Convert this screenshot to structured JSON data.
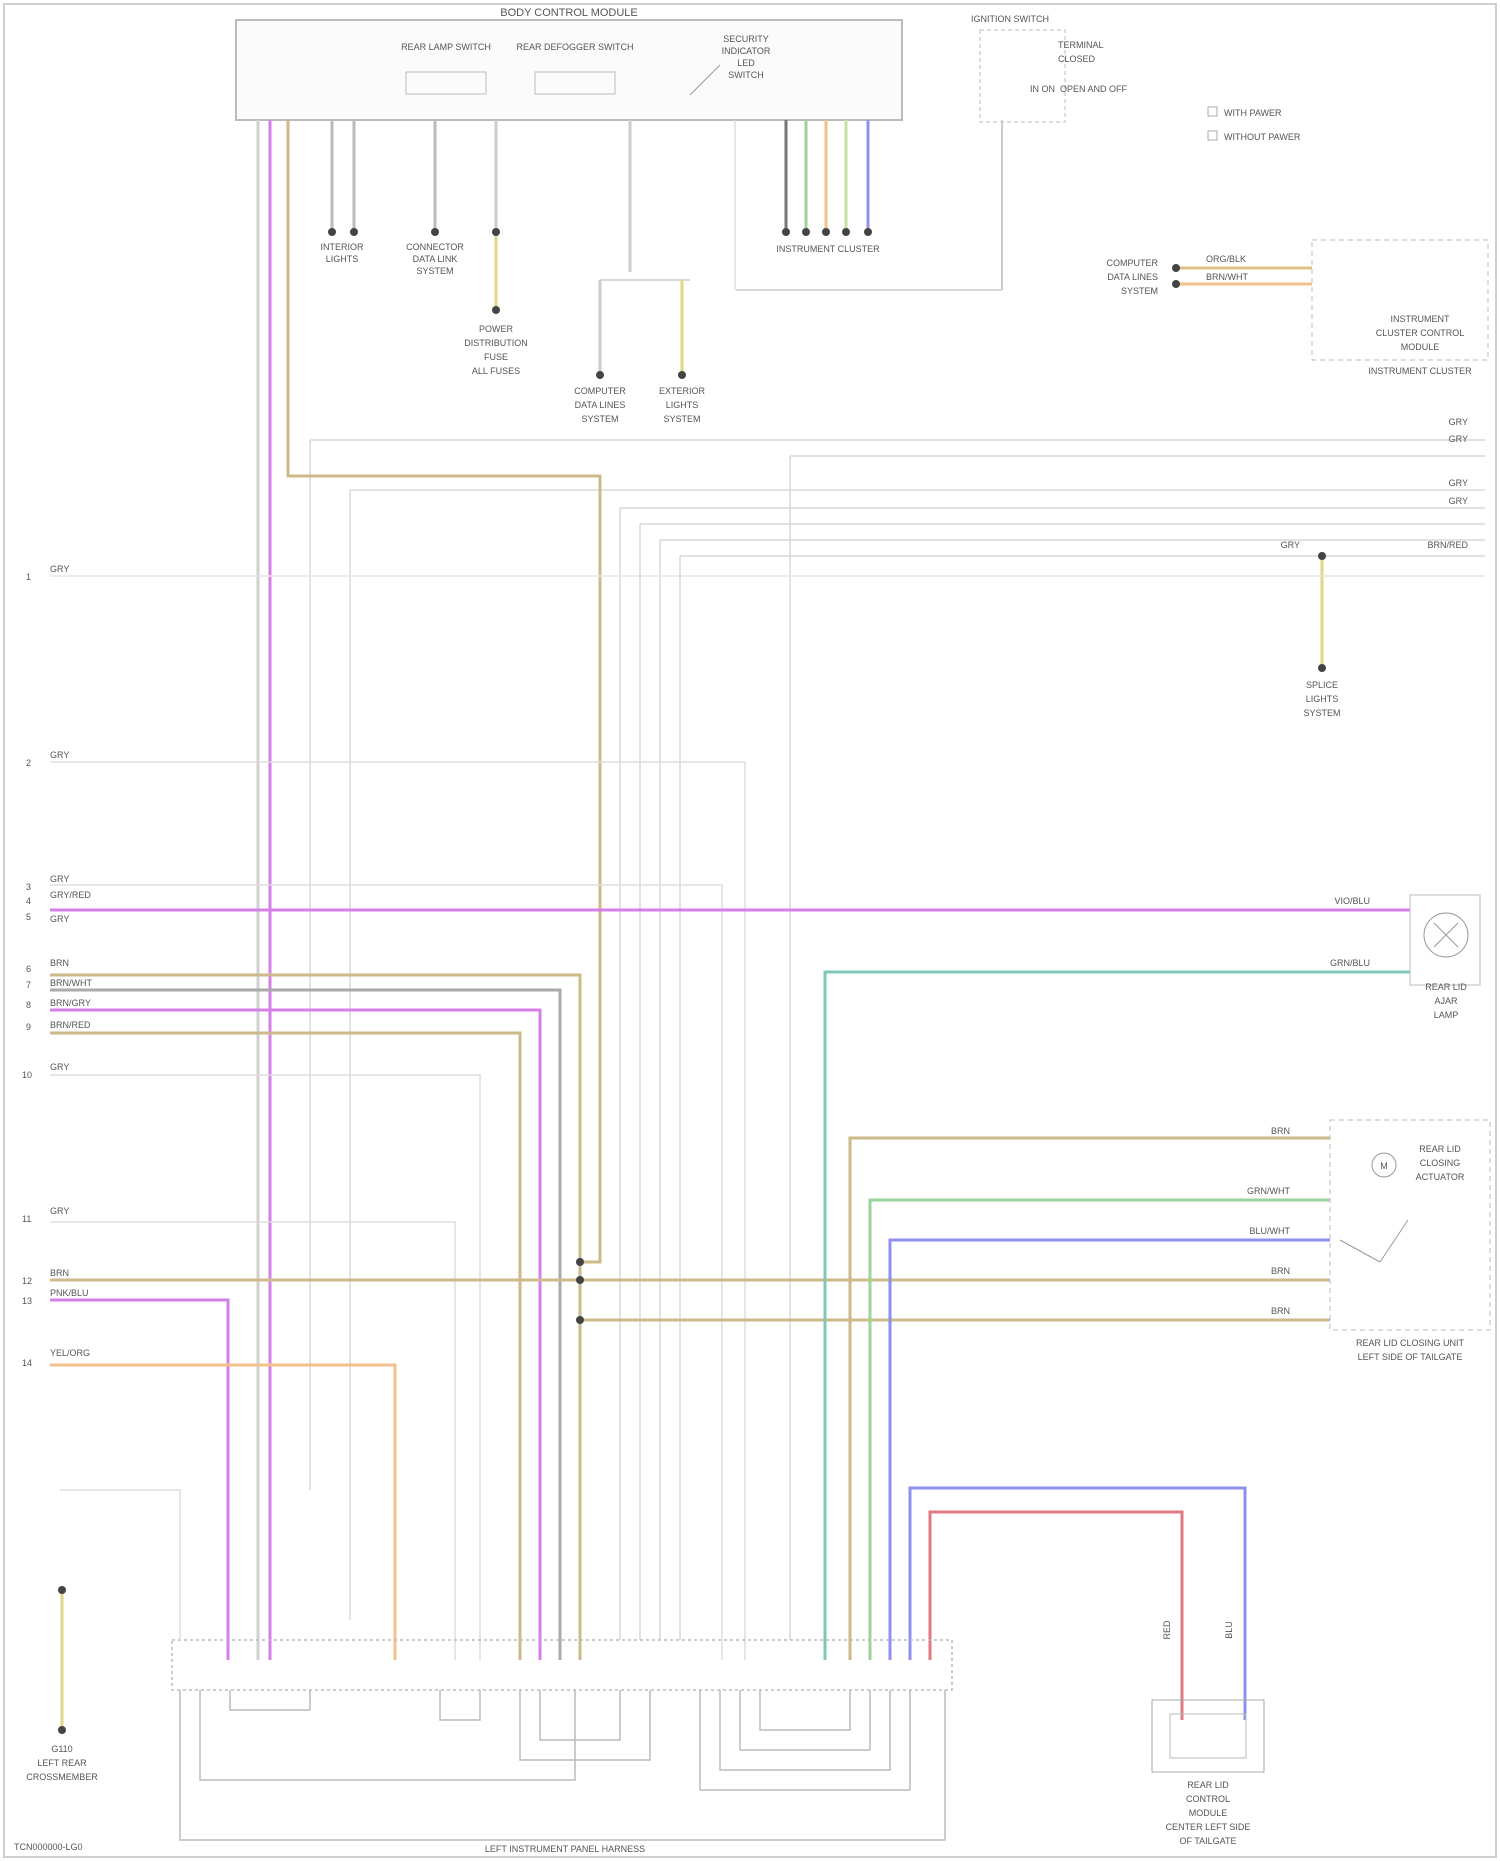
{
  "title": "BODY CONTROL MODULE",
  "footer_left": "TCN000000-LG0",
  "bottom_title": "LEFT INSTRUMENT PANEL HARNESS",
  "legend": [
    "WITH PAWER",
    "WITHOUT PAWER"
  ],
  "top_switch": {
    "title": "IGNITION SWITCH",
    "lines": [
      "TERMINAL",
      "CLOSED",
      "IN ON",
      "OPEN AND OFF"
    ]
  },
  "module_parts": {
    "left": "REAR LAMP SWITCH",
    "center": "REAR DEFOGGER SWITCH",
    "right": [
      "SECURITY",
      "INDICATOR",
      "LED",
      "SWITCH"
    ]
  },
  "mid_components": {
    "left": [
      "INTERIOR",
      "LIGHTS"
    ],
    "middle": [
      "CONNECTOR",
      "DATA LINK",
      "SYSTEM"
    ],
    "lower": [
      "POWER",
      "DISTRIBUTION",
      "FUSE",
      "ALL FUSES"
    ],
    "bottom_left": [
      "COMPUTER",
      "DATA LINES",
      "SYSTEM"
    ],
    "bottom_right": [
      "EXTERIOR",
      "LIGHTS",
      "SYSTEM"
    ],
    "right_bus": "INSTRUMENT CLUSTER"
  },
  "right_top": {
    "connector_label": [
      "COMPUTER",
      "DATA LINES",
      "SYSTEM"
    ],
    "wires": [
      "ORG/BLK",
      "BRN/WHT"
    ],
    "component": [
      "INSTRUMENT",
      "CLUSTER CONTROL",
      "MODULE"
    ],
    "footer": "INSTRUMENT CLUSTER"
  },
  "right_side_labels": [
    "GRY",
    "GRY",
    "GRY",
    "GRY",
    "GRY",
    "BRN/RED"
  ],
  "right_mid_node": [
    "SPLICE",
    "LIGHTS",
    "SYSTEM"
  ],
  "left_row_labels": [
    {
      "num": "1",
      "text": "GRY"
    },
    {
      "num": "2",
      "text": "GRY"
    },
    {
      "num": "3",
      "text": "GRY"
    },
    {
      "num": "4",
      "text": "GRY/RED"
    },
    {
      "num": "5",
      "text": "GRY"
    },
    {
      "num": "6",
      "text": "BRN"
    },
    {
      "num": "7",
      "text": "BRN/WHT"
    },
    {
      "num": "8",
      "text": "BRN/GRY"
    },
    {
      "num": "9",
      "text": "BRN/RED"
    },
    {
      "num": "10",
      "text": "GRY"
    },
    {
      "num": "11",
      "text": "GRY"
    },
    {
      "num": "12",
      "text": "BRN"
    },
    {
      "num": "13",
      "text": "PNK/BLU"
    },
    {
      "num": "14",
      "text": "YEL/ORG"
    }
  ],
  "door_lamp": {
    "wire_top": "VIO/BLU",
    "wire_bot": "GRN/BLU",
    "label": [
      "REAR LID",
      "AJAR",
      "LAMP"
    ]
  },
  "lid_motor": {
    "wires": [
      "BRN",
      "GRN/WHT",
      "BLU/WHT",
      "BRN",
      "BRN"
    ],
    "motor": [
      "REAR LID",
      "CLOSING",
      "ACTUATOR"
    ],
    "footer": [
      "REAR LID CLOSING UNIT",
      "LEFT SIDE OF TAILGATE"
    ]
  },
  "bottom_device": {
    "wires": [
      "RED",
      "BLU"
    ],
    "label": [
      "REAR LID",
      "CONTROL",
      "MODULE",
      "CENTER LEFT SIDE",
      "OF TAILGATE"
    ]
  },
  "ground": {
    "label": [
      "G110",
      "LEFT REAR",
      "CROSSMEMBER"
    ]
  },
  "colors": {
    "violet": "#d580e8",
    "tan": "#cdb98a",
    "gray": "#cccccc",
    "green": "#9bd39b",
    "orange": "#f2c089",
    "blue": "#8f8ff0",
    "teal": "#7fc8b8",
    "red": "#e07a82"
  }
}
